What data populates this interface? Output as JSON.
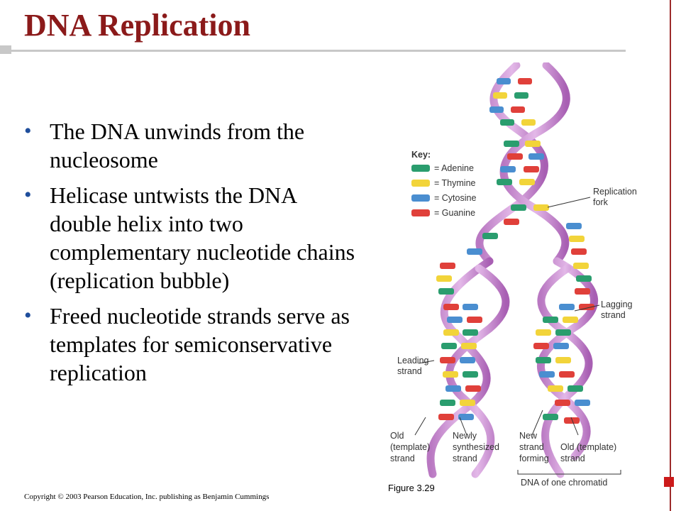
{
  "slide": {
    "title": "DNA Replication",
    "bullets": [
      "The DNA unwinds from the nucleosome",
      "Helicase untwists the DNA double helix into two complementary nucleotide chains (replication bubble)",
      "Freed nucleotide strands serve as templates for semiconservative replication"
    ],
    "copyright": "Copyright © 2003 Pearson Education, Inc. publishing as Benjamin Cummings"
  },
  "figure": {
    "caption": "Figure 3.29",
    "key": {
      "title": "Key:",
      "items": [
        {
          "label": "= Adenine",
          "color": "#2a9d6e"
        },
        {
          "label": "= Thymine",
          "color": "#f2d43a"
        },
        {
          "label": "= Cytosine",
          "color": "#4a8ed0"
        },
        {
          "label": "= Guanine",
          "color": "#e0403a"
        }
      ]
    },
    "labels": {
      "replication_fork_1": "Replication",
      "replication_fork_2": "fork",
      "lagging_1": "Lagging",
      "lagging_2": "strand",
      "leading_1": "Leading",
      "leading_2": "strand",
      "old_left_1": "Old",
      "old_left_2": "(template)",
      "old_left_3": "strand",
      "newly_1": "Newly",
      "newly_2": "synthesized",
      "newly_3": "strand",
      "new_forming_1": "New",
      "new_forming_2": "strand",
      "new_forming_3": "forming",
      "old_right_1": "Old (template)",
      "old_right_2": "strand",
      "chromatid": "DNA of one chromatid"
    },
    "colors": {
      "helix": "#c98fcf",
      "helix_dark": "#a85fb3",
      "title": "#8b1a1a",
      "bullet": "#1f4e9c"
    }
  }
}
